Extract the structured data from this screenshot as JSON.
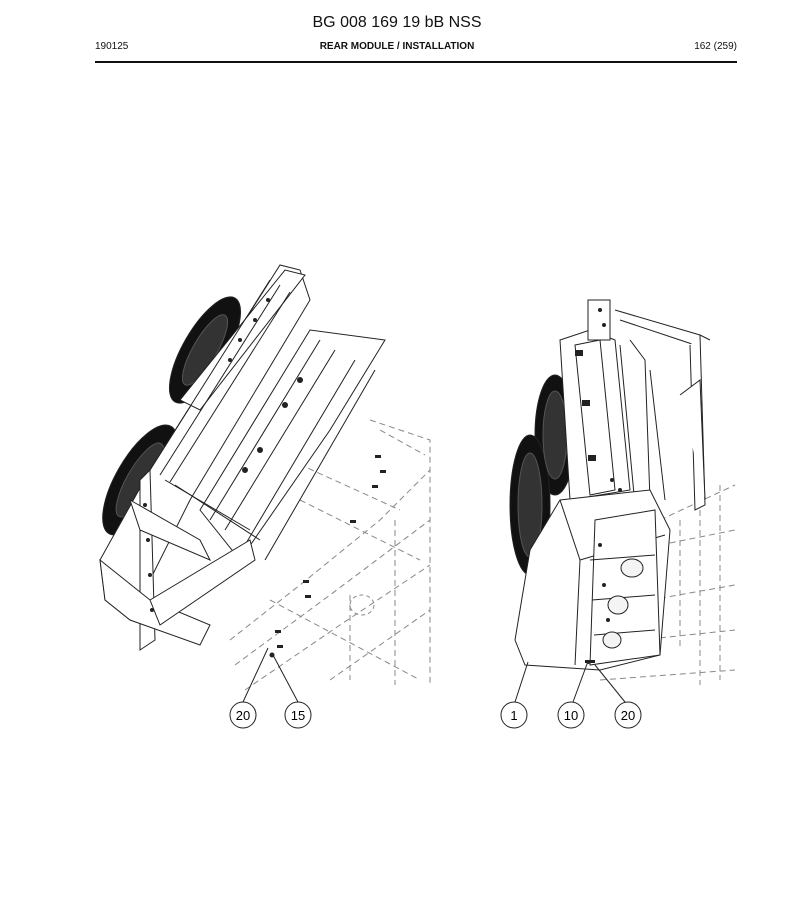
{
  "header": {
    "document_id": "BG 008 169 19 bB NSS",
    "date_code": "190125",
    "section_title": "REAR MODULE / INSTALLATION",
    "page_number": "162 (259)"
  },
  "callouts": [
    {
      "id": "callout-20-left",
      "label": "20"
    },
    {
      "id": "callout-15",
      "label": "15"
    },
    {
      "id": "callout-1",
      "label": "1"
    },
    {
      "id": "callout-10",
      "label": "10"
    },
    {
      "id": "callout-20-right",
      "label": "20"
    }
  ]
}
